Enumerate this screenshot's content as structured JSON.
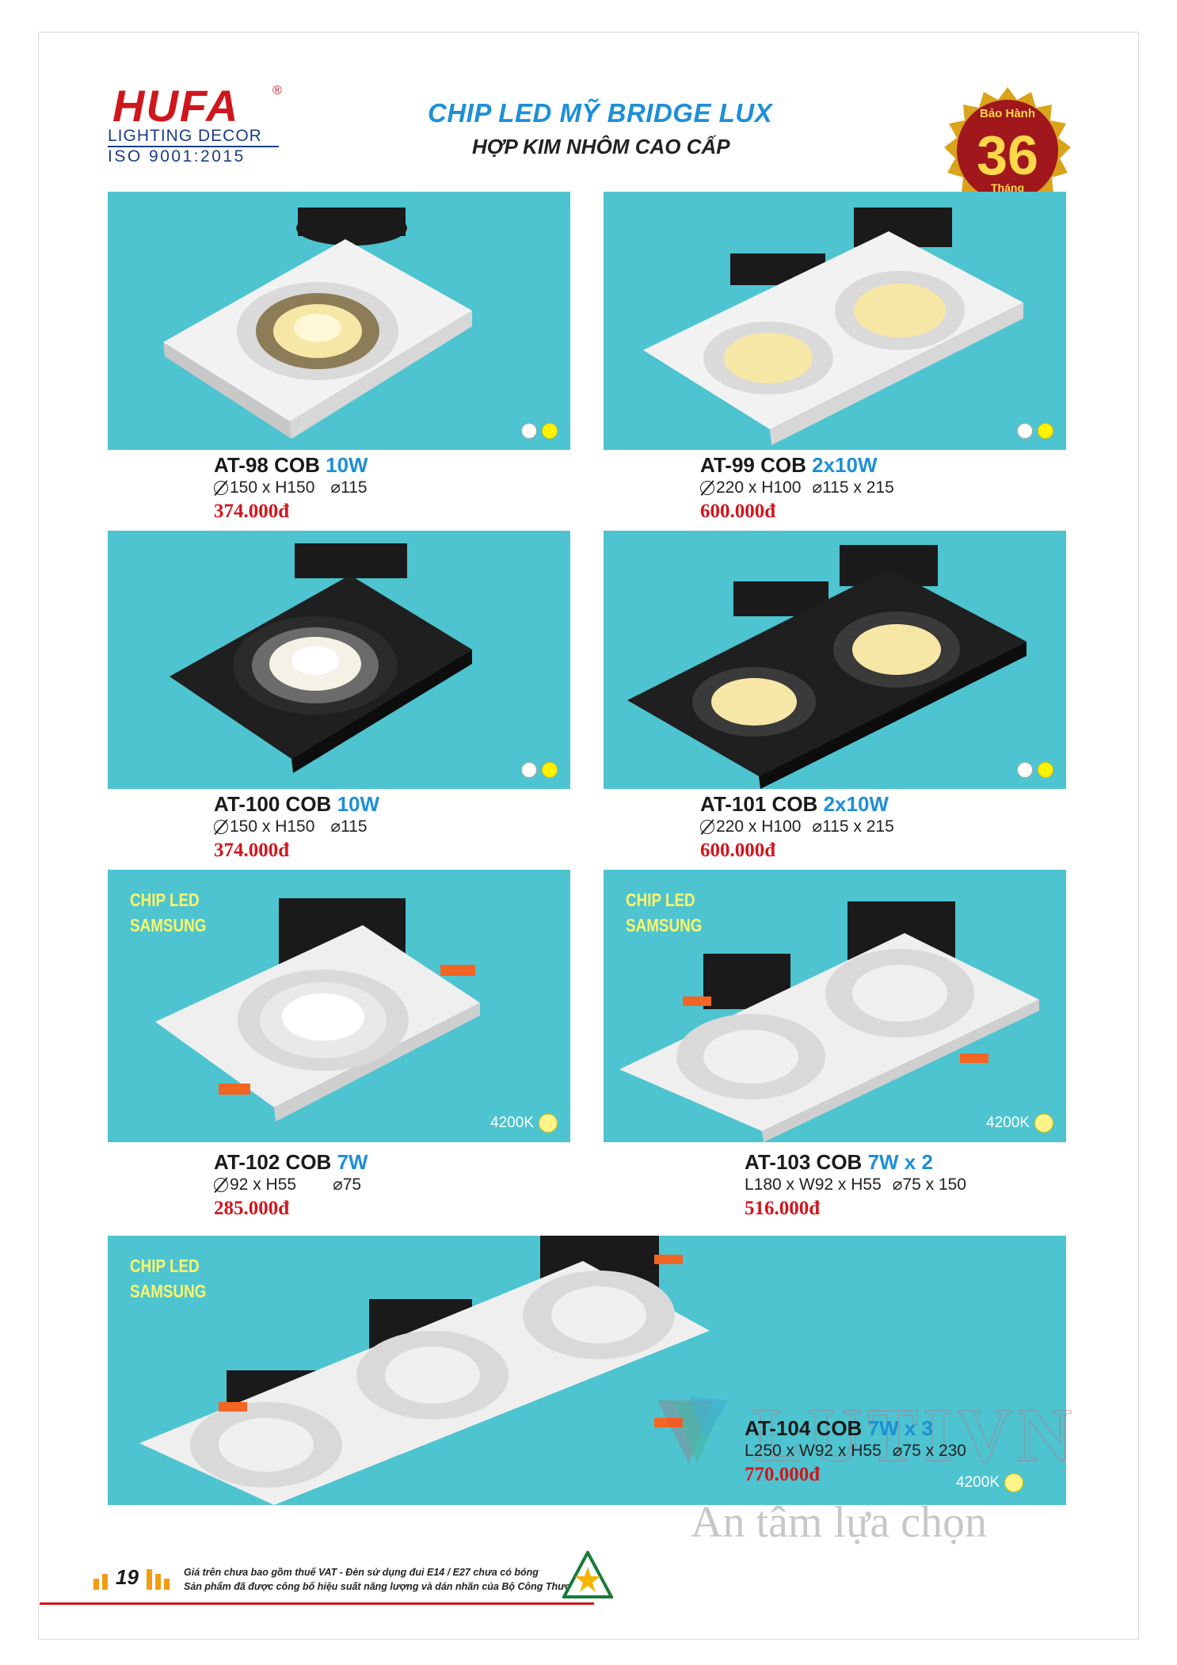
{
  "header": {
    "brand": "HUFA",
    "brand_registered": "®",
    "tagline": "LIGHTING DECOR",
    "certification": "ISO 9001:2015",
    "title": "CHIP LED MỸ BRIDGE LUX",
    "subtitle": "HỢP KIM NHÔM CAO CẤP",
    "warranty": {
      "top": "Bảo Hành",
      "months": "36",
      "bottom": "Tháng"
    }
  },
  "products": [
    {
      "model": "AT-98 COB",
      "watt": "10W",
      "dim": "150 x H150",
      "cutout": "115",
      "price": "374.000đ",
      "colors": [
        "white",
        "yellow"
      ]
    },
    {
      "model": "AT-99 COB",
      "watt": "2x10W",
      "dim": "220 x H100",
      "cutout": "115 x 215",
      "price": "600.000đ",
      "colors": [
        "white",
        "yellow"
      ]
    },
    {
      "model": "AT-100 COB",
      "watt": "10W",
      "dim": "150 x H150",
      "cutout": "115",
      "price": "374.000đ",
      "colors": [
        "white",
        "yellow"
      ]
    },
    {
      "model": "AT-101 COB",
      "watt": "2x10W",
      "dim": "220 x H100",
      "cutout": "115 x 215",
      "price": "600.000đ",
      "colors": [
        "white",
        "yellow"
      ]
    },
    {
      "model": "AT-102 COB",
      "watt": "7W",
      "dim": " 92 x H55",
      "cutout": "75",
      "price": "285.000đ",
      "chip": [
        "CHIP LED",
        "SAMSUNG"
      ],
      "kelvin": "4200K"
    },
    {
      "model": "AT-103 COB",
      "watt": "7W x 2",
      "dim": "L180 x W92 x H55",
      "cutout": "75 x 150",
      "price": "516.000đ",
      "chip": [
        "CHIP LED",
        "SAMSUNG"
      ],
      "kelvin": "4200K"
    },
    {
      "model": "AT-104 COB",
      "watt": "7W x 3",
      "dim": "L250 x W92 x H55",
      "cutout": "75 x 230",
      "price": "770.000đ",
      "chip": [
        "CHIP LED",
        "SAMSUNG"
      ],
      "kelvin": "4200K"
    }
  ],
  "footer": {
    "page": "19",
    "note1": "Giá trên chưa bao gồm thuế VAT - Đèn sử dụng đui E14 / E27 chưa có bóng",
    "note2": "Sản phẩm đã được công bố hiệu suất năng lượng và dán nhãn của Bộ Công Thương"
  },
  "watermark": {
    "logo": "LUTIVN",
    "slogan": "An tâm lựa chọn"
  },
  "colors": {
    "panel": "#4dc4d0",
    "brand_red": "#d0161d",
    "accent_blue": "#1e8fd6"
  }
}
